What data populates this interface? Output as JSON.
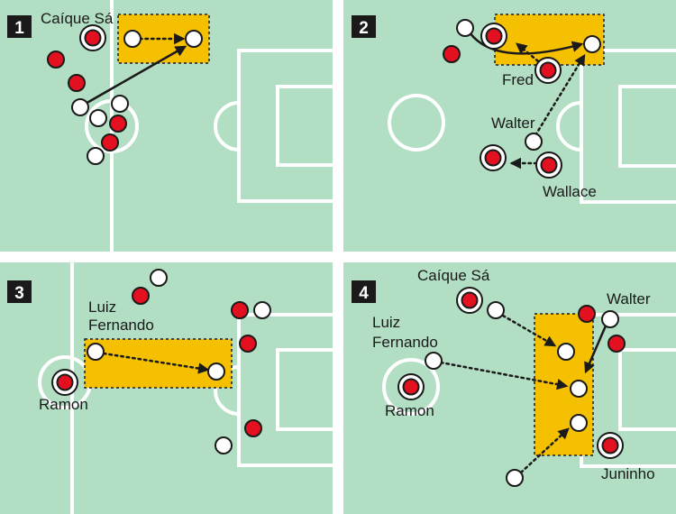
{
  "panels": [
    {
      "number": "1",
      "labels": [
        "Caíque Sá"
      ]
    },
    {
      "number": "2",
      "labels": [
        "Fred",
        "Walter",
        "Wallace"
      ]
    },
    {
      "number": "3",
      "labels": [
        "Luiz",
        "Fernando",
        "Ramon"
      ]
    },
    {
      "number": "4",
      "labels": [
        "Caíque Sá",
        "Walter",
        "Luiz",
        "Fernando",
        "Ramon",
        "Juninho"
      ]
    }
  ],
  "colors": {
    "pitch": "#b2dec3",
    "zone": "#f5c000",
    "team_red": "#e3101f",
    "team_white": "#ffffff",
    "ink": "#1a1a1a"
  }
}
